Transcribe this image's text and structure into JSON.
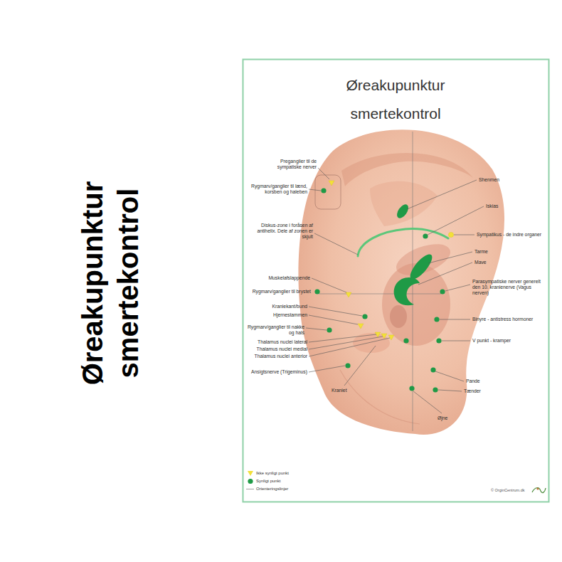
{
  "diagram": {
    "title": "Øreakupunktur smertekontrol",
    "labels": [
      "Øreakupunktur smertekontrol",
      "Preganglier til de sympatiske nerver",
      "Rygmarv/ganglier til lænd, korsben og haleben",
      "Shenmen",
      "Iskias",
      "Diskus-zone i foråsen af antihelix. Dele af zonen er skjult",
      "Sympatikus - de indre organer",
      "Tarme",
      "Mave",
      "Muskelafslappende",
      "Parasympatiske nerver generelt den 10. kranienerve (Vagus nerven)",
      "Rygmarv/ganglier til brystet",
      "Kraniekant/bund",
      "Hjernestammen",
      "Binyre - antistress hormoner",
      "Rygmarv/ganglier til nakke og hals",
      "Thalamus nuclei lateral",
      "V punkt - kramper",
      "Thalamus nuclei medial",
      "Thalamus nuclei anterior",
      "Ansigtsnerve (Trigeminus)",
      "Pande",
      "Tænder",
      "Kraniet",
      "Øjne",
      "© OrginCentrum.dk"
    ],
    "legend": [
      {
        "text": "Ikke synligt punkt",
        "color": "#f2e03a"
      },
      {
        "text": "Synligt punkt",
        "color": "#1f9a46"
      },
      {
        "text": "Orienteringslinjer"
      }
    ]
  }
}
